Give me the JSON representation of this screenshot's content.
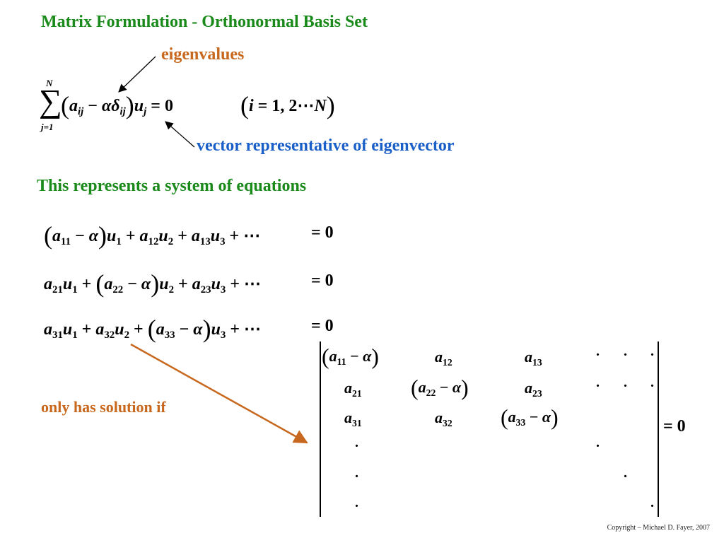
{
  "title": "Matrix Formulation  -  Orthonormal Basis Set",
  "labels": {
    "eigenvalues": "eigenvalues",
    "eigenvector": "vector representative of eigenvector",
    "system": "This represents a system of equations",
    "solution": "only has solution if"
  },
  "sum_equation": {
    "upper_limit": "N",
    "lower_limit": "j=1",
    "coefficient": "a",
    "coefficient_index": "ij",
    "minus": " − ",
    "eigenvalue": "α",
    "delta": "δ",
    "delta_index": "ij",
    "vector": "u",
    "vector_index": "j",
    "rhs": " = 0",
    "range_i": "i",
    "range_values": " = 1, 2",
    "range_dots": "⋯",
    "range_N": "N"
  },
  "system": {
    "equations": [
      [
        "(a11 − α)u1",
        "+ a12u2",
        "+ a13u3",
        "+ ⋯"
      ],
      [
        "a21u1",
        "+ (a22 − α)u2",
        "+ a23u3",
        "+ ⋯"
      ],
      [
        "a31u1",
        "+ a32u2",
        "+ (a33 − α)u3",
        "+ ⋯"
      ]
    ],
    "rhs": "= 0"
  },
  "determinant": {
    "rows": [
      [
        "(a11 − α)",
        "a12",
        "a13"
      ],
      [
        "a21",
        "(a22 − α)",
        "a23"
      ],
      [
        "a31",
        "a32",
        "(a33 − α)"
      ]
    ],
    "dot": ".",
    "rhs": "= 0"
  },
  "copyright": "Copyright – Michael D. Fayer, 2007",
  "colors": {
    "title_green": "#1a8a1a",
    "eigenvalue_orange": "#c8681e",
    "eigenvector_blue": "#1a5fc8"
  }
}
